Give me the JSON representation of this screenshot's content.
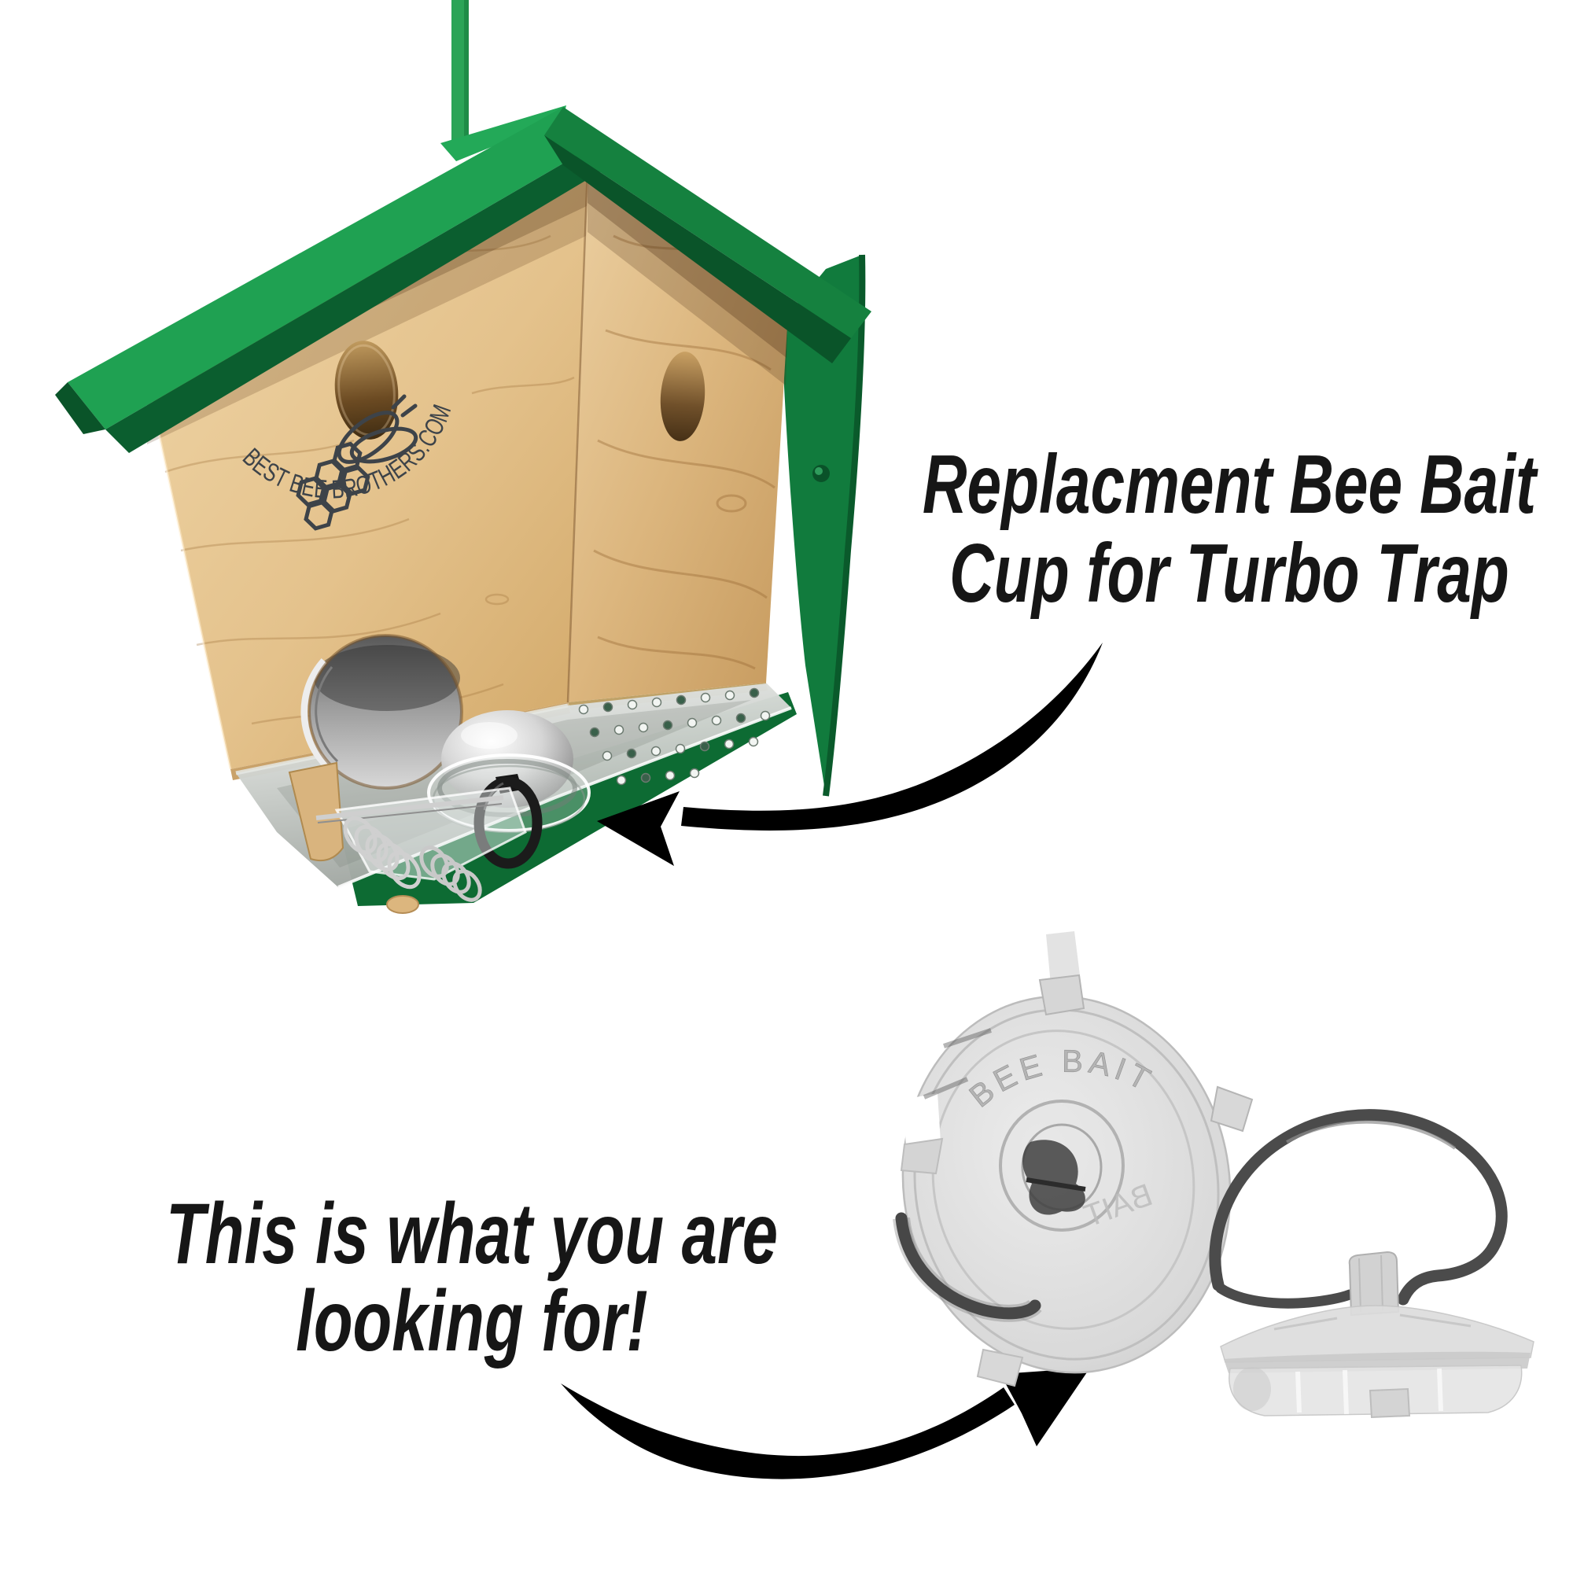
{
  "annotations": {
    "top_note": {
      "line1": "Replacment Bee Bait",
      "line2": "Cup for Turbo Trap"
    },
    "bottom_note": {
      "line1": "This is what you are",
      "line2": "looking for!"
    }
  },
  "trap": {
    "brand_arc_text": "BEST BEE BROTHERS.COM"
  },
  "cups": {
    "embossed_text": "BEE BAIT",
    "embossed_text_mirrored": "BAIT"
  },
  "colors": {
    "cord_green": "#2ba457",
    "roof_green_bright": "#1fa152",
    "roof_green_medium": "#15813f",
    "roof_green_dark": "#0b5e2f",
    "side_panel_green": "#117b3d",
    "base_green": "#0d6b33",
    "arrow_black": "#000000",
    "note_text": "#161616",
    "logo_ink": "#3d4349"
  }
}
